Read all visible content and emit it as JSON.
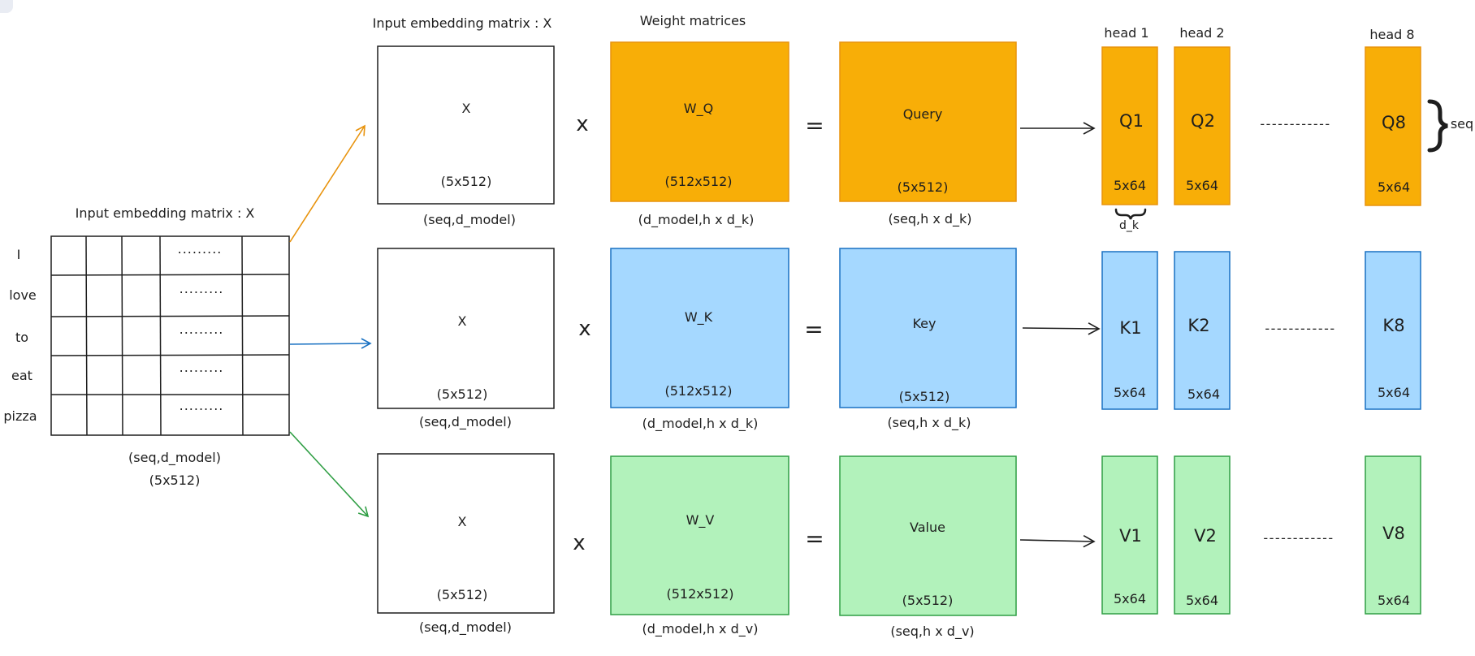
{
  "colors": {
    "orange_fill": "#f8ae07",
    "orange_stroke": "#e8930d",
    "blue_fill": "#a5d8ff",
    "blue_stroke": "#1971c2",
    "green_fill": "#b2f2bb",
    "green_stroke": "#2f9e44",
    "ink": "#1e1e1e"
  },
  "input_table": {
    "title": "Input embedding matrix : X",
    "tokens": [
      "I",
      "love",
      "to",
      "eat",
      "pizza"
    ],
    "ellipsis": ".........",
    "shape_label": "(seq,d_model)",
    "dims_label": "(5x512)"
  },
  "headers": {
    "input_matrix": "Input embedding matrix : X",
    "weights": "Weight matrices",
    "heads": [
      "head 1",
      "head 2",
      "head 8"
    ]
  },
  "rows": [
    {
      "x_label": "X",
      "x_dims": "(5x512)",
      "x_shape": "(seq,d_model)",
      "times": "x",
      "w_label": "W_Q",
      "w_dims": "(512x512)",
      "w_shape": "(d_model,h x d_k)",
      "equals": "=",
      "r_label": "Query",
      "r_dims": "(5x512)",
      "r_shape": "(seq,h x d_k)",
      "heads": [
        "Q1",
        "Q2",
        "Q8"
      ],
      "head_dims": "5x64"
    },
    {
      "x_label": "X",
      "x_dims": "(5x512)",
      "x_shape": "(seq,d_model)",
      "times": "x",
      "w_label": "W_K",
      "w_dims": "(512x512)",
      "w_shape": "(d_model,h x d_k)",
      "equals": "=",
      "r_label": "Key",
      "r_dims": "(5x512)",
      "r_shape": "(seq,h x d_k)",
      "heads": [
        "K1",
        "K2",
        "K8"
      ],
      "head_dims": "5x64"
    },
    {
      "x_label": "X",
      "x_dims": "(5x512)",
      "x_shape": "(seq,d_model)",
      "times": "x",
      "w_label": "W_V",
      "w_dims": "(512x512)",
      "w_shape": "(d_model,h x d_v)",
      "equals": "=",
      "r_label": "Value",
      "r_dims": "(5x512)",
      "r_shape": "(seq,h x d_v)",
      "heads": [
        "V1",
        "V2",
        "V8"
      ],
      "head_dims": "5x64"
    }
  ],
  "annotations": {
    "seq": "seq",
    "d_k": "d_k",
    "dashes": "------------"
  }
}
